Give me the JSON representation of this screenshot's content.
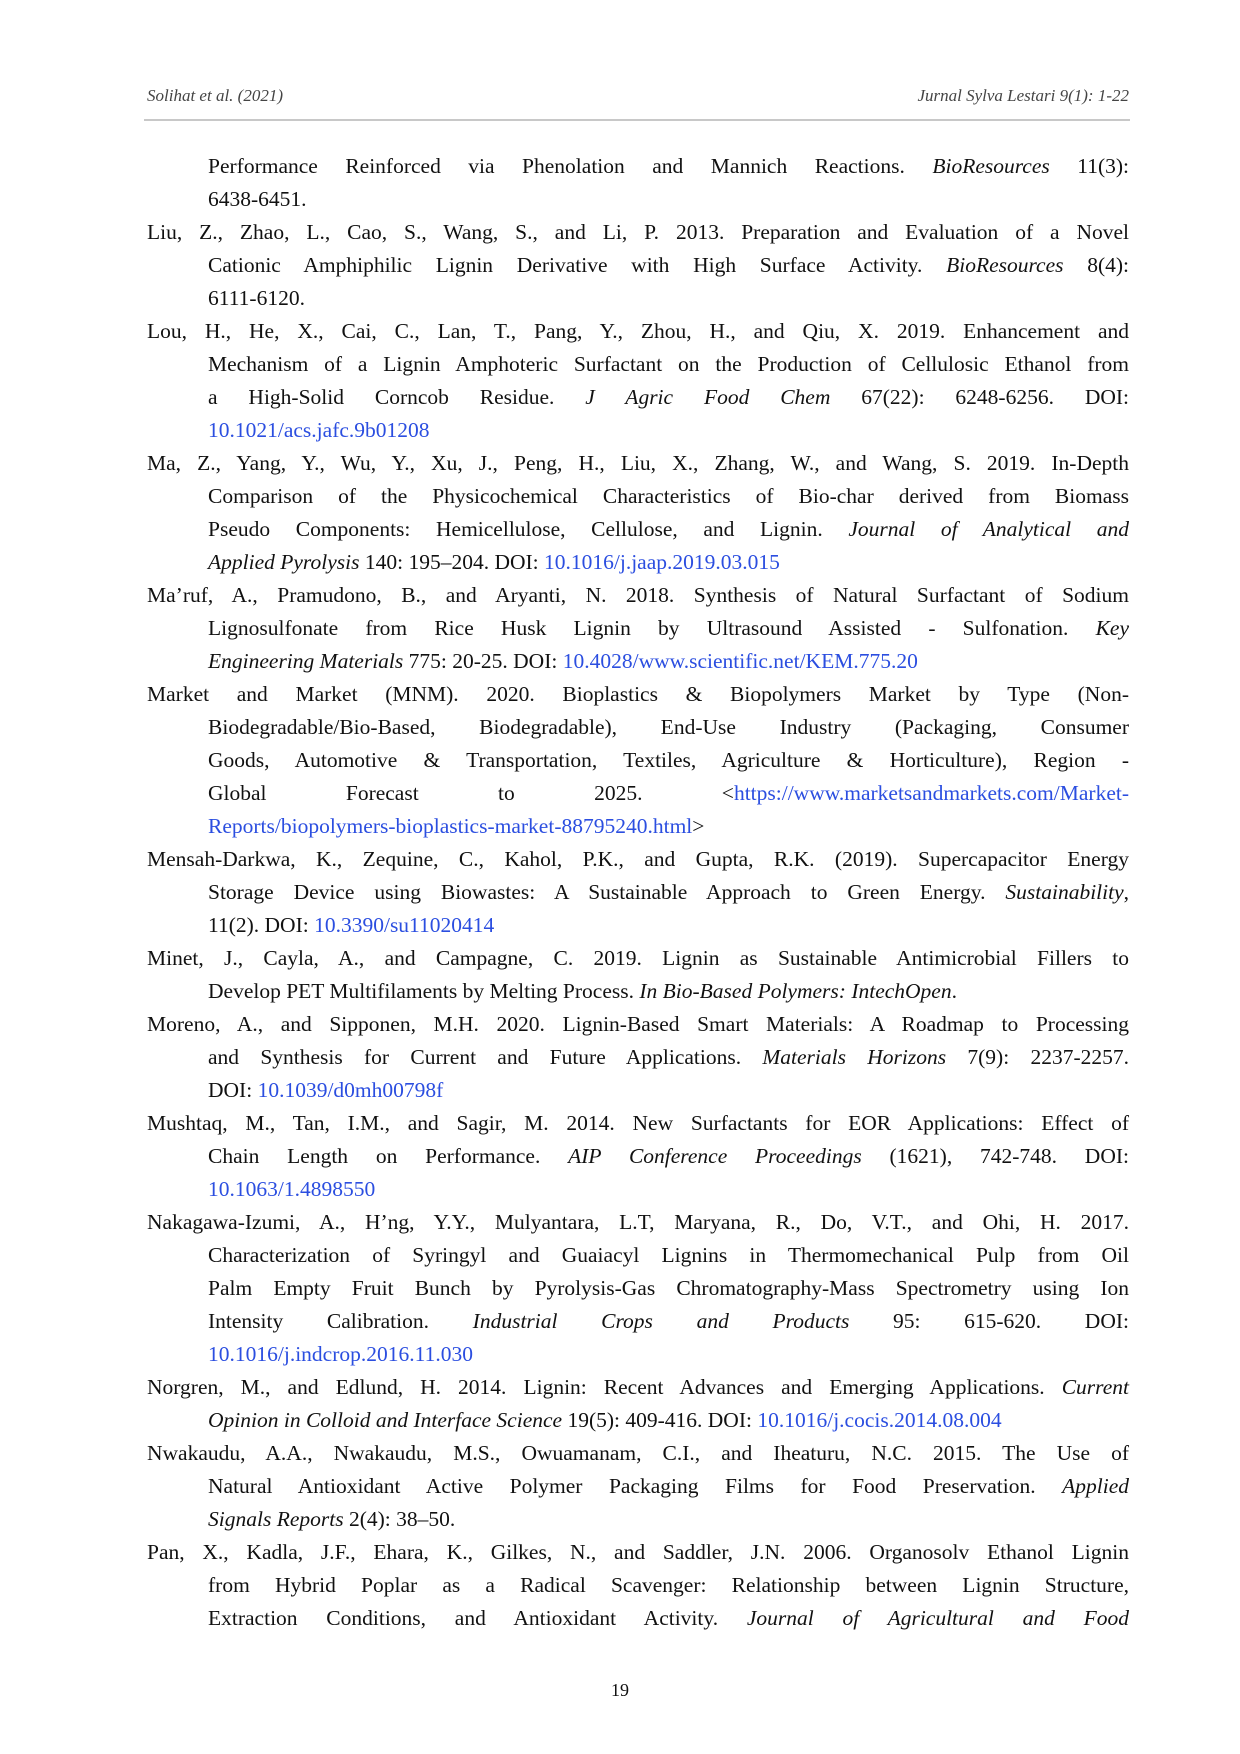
{
  "header": {
    "left": "Solihat et al. (2021)",
    "right": "Jurnal Sylva Lestari 9(1): 1-22"
  },
  "page_number": "19",
  "link_color": "#2b4ee0",
  "references": [
    {
      "continued": true,
      "lines": [
        [
          [
            "n",
            "Performance Reinforced via Phenolation and Mannich Reactions. "
          ],
          [
            "i",
            "BioResources"
          ],
          [
            "n",
            " 11(3):"
          ]
        ],
        [
          [
            "n",
            "6438-6451."
          ]
        ]
      ]
    },
    {
      "lines": [
        [
          [
            "n",
            "Liu, Z., Zhao, L., Cao, S., Wang, S., and Li, P. 2013. Preparation and Evaluation of a Novel"
          ]
        ],
        [
          [
            "n",
            "Cationic Amphiphilic Lignin Derivative with High Surface Activity. "
          ],
          [
            "i",
            "BioResources"
          ],
          [
            "n",
            " 8(4):"
          ]
        ],
        [
          [
            "n",
            "6111-6120."
          ]
        ]
      ]
    },
    {
      "lines": [
        [
          [
            "n",
            "Lou, H., He, X., Cai, C., Lan, T., Pang, Y., Zhou, H., and Qiu, X. 2019. Enhancement and"
          ]
        ],
        [
          [
            "n",
            "Mechanism of a Lignin Amphoteric Surfactant on the Production of Cellulosic Ethanol from"
          ]
        ],
        [
          [
            "n",
            "a High-Solid Corncob Residue. "
          ],
          [
            "i",
            "J Agric Food Chem"
          ],
          [
            "n",
            " 67(22): 6248-6256. DOI:"
          ]
        ],
        [
          [
            "l",
            "10.1021/acs.jafc.9b01208"
          ]
        ]
      ]
    },
    {
      "lines": [
        [
          [
            "n",
            "Ma, Z., Yang, Y., Wu, Y., Xu, J., Peng, H., Liu, X., Zhang, W., and Wang, S. 2019. In-Depth"
          ]
        ],
        [
          [
            "n",
            "Comparison of the Physicochemical Characteristics of Bio-char derived from Biomass"
          ]
        ],
        [
          [
            "n",
            "Pseudo Components: Hemicellulose, Cellulose, and Lignin. "
          ],
          [
            "i",
            "Journal of Analytical and"
          ]
        ],
        [
          [
            "i",
            "Applied Pyrolysis"
          ],
          [
            "n",
            " 140: 195–204. DOI: "
          ],
          [
            "l",
            "10.1016/j.jaap.2019.03.015"
          ]
        ]
      ]
    },
    {
      "lines": [
        [
          [
            "n",
            "Ma’ruf, A., Pramudono, B., and Aryanti, N. 2018. Synthesis of Natural Surfactant of Sodium"
          ]
        ],
        [
          [
            "n",
            "Lignosulfonate from Rice Husk Lignin by Ultrasound Assisted - Sulfonation. "
          ],
          [
            "i",
            "Key"
          ]
        ],
        [
          [
            "i",
            "Engineering Materials"
          ],
          [
            "n",
            " 775: 20-25. DOI: "
          ],
          [
            "l",
            "10.4028/www.scientific.net/KEM.775.20"
          ]
        ]
      ]
    },
    {
      "lines": [
        [
          [
            "n",
            "Market and Market (MNM). 2020. Bioplastics & Biopolymers Market by Type (Non-"
          ]
        ],
        [
          [
            "n",
            "Biodegradable/Bio-Based, Biodegradable), End-Use Industry (Packaging, Consumer"
          ]
        ],
        [
          [
            "n",
            "Goods, Automotive & Transportation, Textiles, Agriculture & Horticulture), Region -"
          ]
        ],
        [
          [
            "n",
            "Global Forecast to 2025. <"
          ],
          [
            "l",
            "https://www.marketsandmarkets.com/Market-"
          ]
        ],
        [
          [
            "l",
            "Reports/biopolymers-bioplastics-market-88795240.html"
          ],
          [
            "n",
            ">"
          ]
        ]
      ]
    },
    {
      "lines": [
        [
          [
            "n",
            "Mensah-Darkwa, K., Zequine, C., Kahol, P.K., and Gupta, R.K. (2019). Supercapacitor Energy"
          ]
        ],
        [
          [
            "n",
            "Storage Device using Biowastes: A Sustainable Approach to Green Energy. "
          ],
          [
            "i",
            "Sustainability"
          ],
          [
            "n",
            ","
          ]
        ],
        [
          [
            "n",
            "11(2). DOI: "
          ],
          [
            "l",
            "10.3390/su11020414"
          ]
        ]
      ]
    },
    {
      "lines": [
        [
          [
            "n",
            "Minet, J., Cayla, A., and Campagne, C. 2019. Lignin as Sustainable Antimicrobial Fillers to"
          ]
        ],
        [
          [
            "n",
            "Develop PET Multifilaments by Melting Process. "
          ],
          [
            "i",
            "In Bio-Based Polymers: IntechOpen"
          ],
          [
            "n",
            "."
          ]
        ]
      ]
    },
    {
      "lines": [
        [
          [
            "n",
            "Moreno, A., and Sipponen, M.H. 2020. Lignin-Based Smart Materials: A Roadmap to Processing"
          ]
        ],
        [
          [
            "n",
            "and Synthesis for Current and Future Applications. "
          ],
          [
            "i",
            "Materials Horizons"
          ],
          [
            "n",
            " 7(9): 2237-2257."
          ]
        ],
        [
          [
            "n",
            "DOI: "
          ],
          [
            "l",
            "10.1039/d0mh00798f"
          ]
        ]
      ]
    },
    {
      "lines": [
        [
          [
            "n",
            "Mushtaq, M., Tan, I.M., and Sagir, M. 2014. New Surfactants for EOR Applications: Effect of"
          ]
        ],
        [
          [
            "n",
            "Chain Length on Performance. "
          ],
          [
            "i",
            "AIP Conference Proceedings"
          ],
          [
            "n",
            " (1621), 742-748. DOI:"
          ]
        ],
        [
          [
            "l",
            "10.1063/1.4898550"
          ]
        ]
      ]
    },
    {
      "lines": [
        [
          [
            "n",
            "Nakagawa-Izumi, A., H’ng, Y.Y., Mulyantara, L.T, Maryana, R., Do, V.T., and Ohi, H. 2017."
          ]
        ],
        [
          [
            "n",
            "Characterization of Syringyl and Guaiacyl Lignins in Thermomechanical Pulp from Oil"
          ]
        ],
        [
          [
            "n",
            "Palm Empty Fruit Bunch by Pyrolysis-Gas Chromatography-Mass Spectrometry using Ion"
          ]
        ],
        [
          [
            "n",
            "Intensity Calibration. "
          ],
          [
            "i",
            "Industrial Crops and Products"
          ],
          [
            "n",
            " 95: 615-620. DOI:"
          ]
        ],
        [
          [
            "l",
            "10.1016/j.indcrop.2016.11.030"
          ]
        ]
      ]
    },
    {
      "lines": [
        [
          [
            "n",
            "Norgren, M., and Edlund, H. 2014. Lignin: Recent Advances and Emerging Applications. "
          ],
          [
            "i",
            "Current"
          ]
        ],
        [
          [
            "i",
            "Opinion in Colloid and Interface Science"
          ],
          [
            "n",
            " 19(5): 409-416. DOI: "
          ],
          [
            "l",
            "10.1016/j.cocis.2014.08.004"
          ]
        ]
      ]
    },
    {
      "lines": [
        [
          [
            "n",
            "Nwakaudu, A.A., Nwakaudu, M.S., Owuamanam, C.I., and Iheaturu, N.C. 2015. The Use of"
          ]
        ],
        [
          [
            "n",
            "Natural Antioxidant Active Polymer Packaging Films for Food Preservation. "
          ],
          [
            "i",
            "Applied"
          ]
        ],
        [
          [
            "i",
            "Signals Reports"
          ],
          [
            "n",
            " 2(4): 38–50."
          ]
        ]
      ]
    },
    {
      "continues": true,
      "lines": [
        [
          [
            "n",
            "Pan, X., Kadla, J.F., Ehara, K., Gilkes, N., and Saddler, J.N. 2006. Organosolv Ethanol Lignin"
          ]
        ],
        [
          [
            "n",
            "from Hybrid Poplar as a Radical Scavenger: Relationship between Lignin Structure,"
          ]
        ],
        [
          [
            "n",
            "Extraction Conditions, and Antioxidant Activity. "
          ],
          [
            "i",
            "Journal of Agricultural and Food"
          ]
        ]
      ]
    }
  ]
}
